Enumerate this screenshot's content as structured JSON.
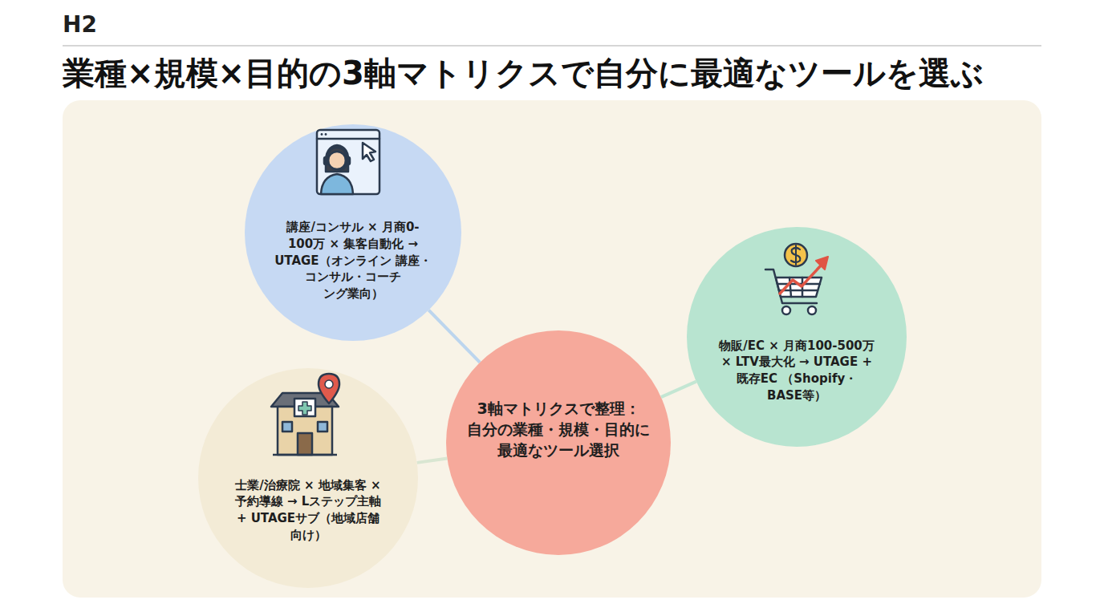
{
  "diagram": {
    "title": "業種×規模×目的の3軸マトリクスで自分に最適なツールを選ぶ",
    "nodes": [
      {
        "text": [
          "講座/コンサル × 月商0-100万 × 集客自動化 → UTAGE（オンライン 講座・コンサル・コーチ ング業向）"
        ]
      },
      {
        "text": [
          "物販/EC × 月商100-500万 × LTV最大化 → UTAGE + 既存EC （Shopify・BASE等）"
        ]
      },
      {
        "text": [
          "3軸マトリクスで整理： 自分の業種・規模・目的に 最適なツール選択"
        ]
      },
      {
        "text": [
          "士業/治療院 × 地域集客 × 予約導線 → Lステップ主軸 + UTAGEサブ（地域店舗 向け）"
        ]
      }
    ],
    "edges": [
      {
        "from": 2,
        "to": 0,
        "arrow": "none"
      },
      {
        "from": 2,
        "to": 1,
        "arrow": "none"
      },
      {
        "from": 2,
        "to": 3,
        "arrow": "none"
      }
    ],
    "labels": [
      "H2"
    ]
  }
}
